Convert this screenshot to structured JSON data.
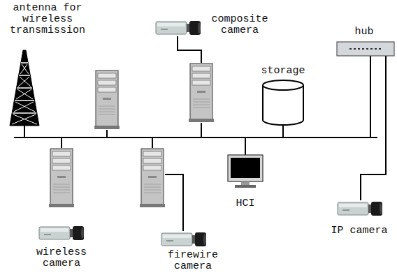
{
  "diagram": {
    "nodes": [
      {
        "text": [
          "antenna for wireless transmission"
        ]
      },
      {
        "text": [
          "composite camera"
        ]
      },
      {
        "text": [
          "storage"
        ]
      },
      {
        "text": [
          "hub"
        ]
      },
      {
        "text": [
          "HCI"
        ]
      },
      {
        "text": [
          "IP camera"
        ]
      },
      {
        "text": [
          "wireless camera"
        ]
      },
      {
        "text": [
          "firewire camera"
        ]
      }
    ],
    "edges": [
      {
        "from": 3,
        "to": 5,
        "arrow": "none"
      }
    ]
  }
}
